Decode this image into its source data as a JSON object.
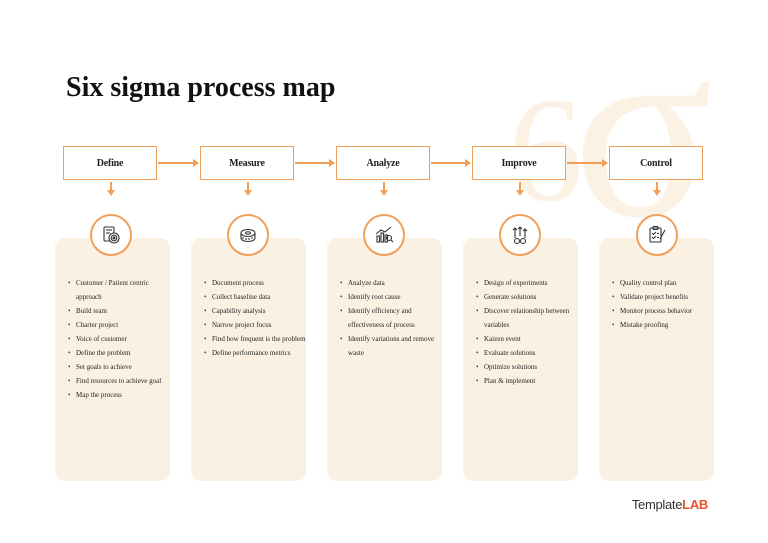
{
  "title": "Six sigma process map",
  "steps": [
    {
      "label": "Define",
      "icon": "target-document-icon",
      "items": [
        "Customer / Patient centric approach",
        "Build team",
        "Charter project",
        "Voice of customer",
        "Define the problem",
        "Set goals to achieve",
        "Find resources to achieve goal",
        "Map the process"
      ]
    },
    {
      "label": "Measure",
      "icon": "measuring-tape-icon",
      "items": [
        "Document process",
        "Collect baseline data",
        "Capability analysis",
        "Narrow project focus",
        "Find how frequent is the problem",
        "Define performance metrics"
      ]
    },
    {
      "label": "Analyze",
      "icon": "analytics-chart-icon",
      "items": [
        "Analyze data",
        "Identify root cause",
        "Identify efficiency and effectiveness of process",
        "Identify variations and remove waste"
      ]
    },
    {
      "label": "Improve",
      "icon": "improve-arrows-gears-icon",
      "items": [
        "Design of experiments",
        "Generate solutions",
        "Discover relationship between variables",
        "Kaizen event",
        "Evaluate solutions",
        "Optimize solutions",
        "Plan & implement"
      ]
    },
    {
      "label": "Control",
      "icon": "control-checklist-icon",
      "items": [
        "Quality control plan",
        "Validate project benefits",
        "Monitor process behavior",
        "Mistake proofing"
      ]
    }
  ],
  "brand": {
    "part1": "Template",
    "part2": "LAB"
  },
  "colors": {
    "accent": "#f0a05a",
    "card_bg": "#fbf1e3",
    "brand_accent": "#e8532a"
  }
}
